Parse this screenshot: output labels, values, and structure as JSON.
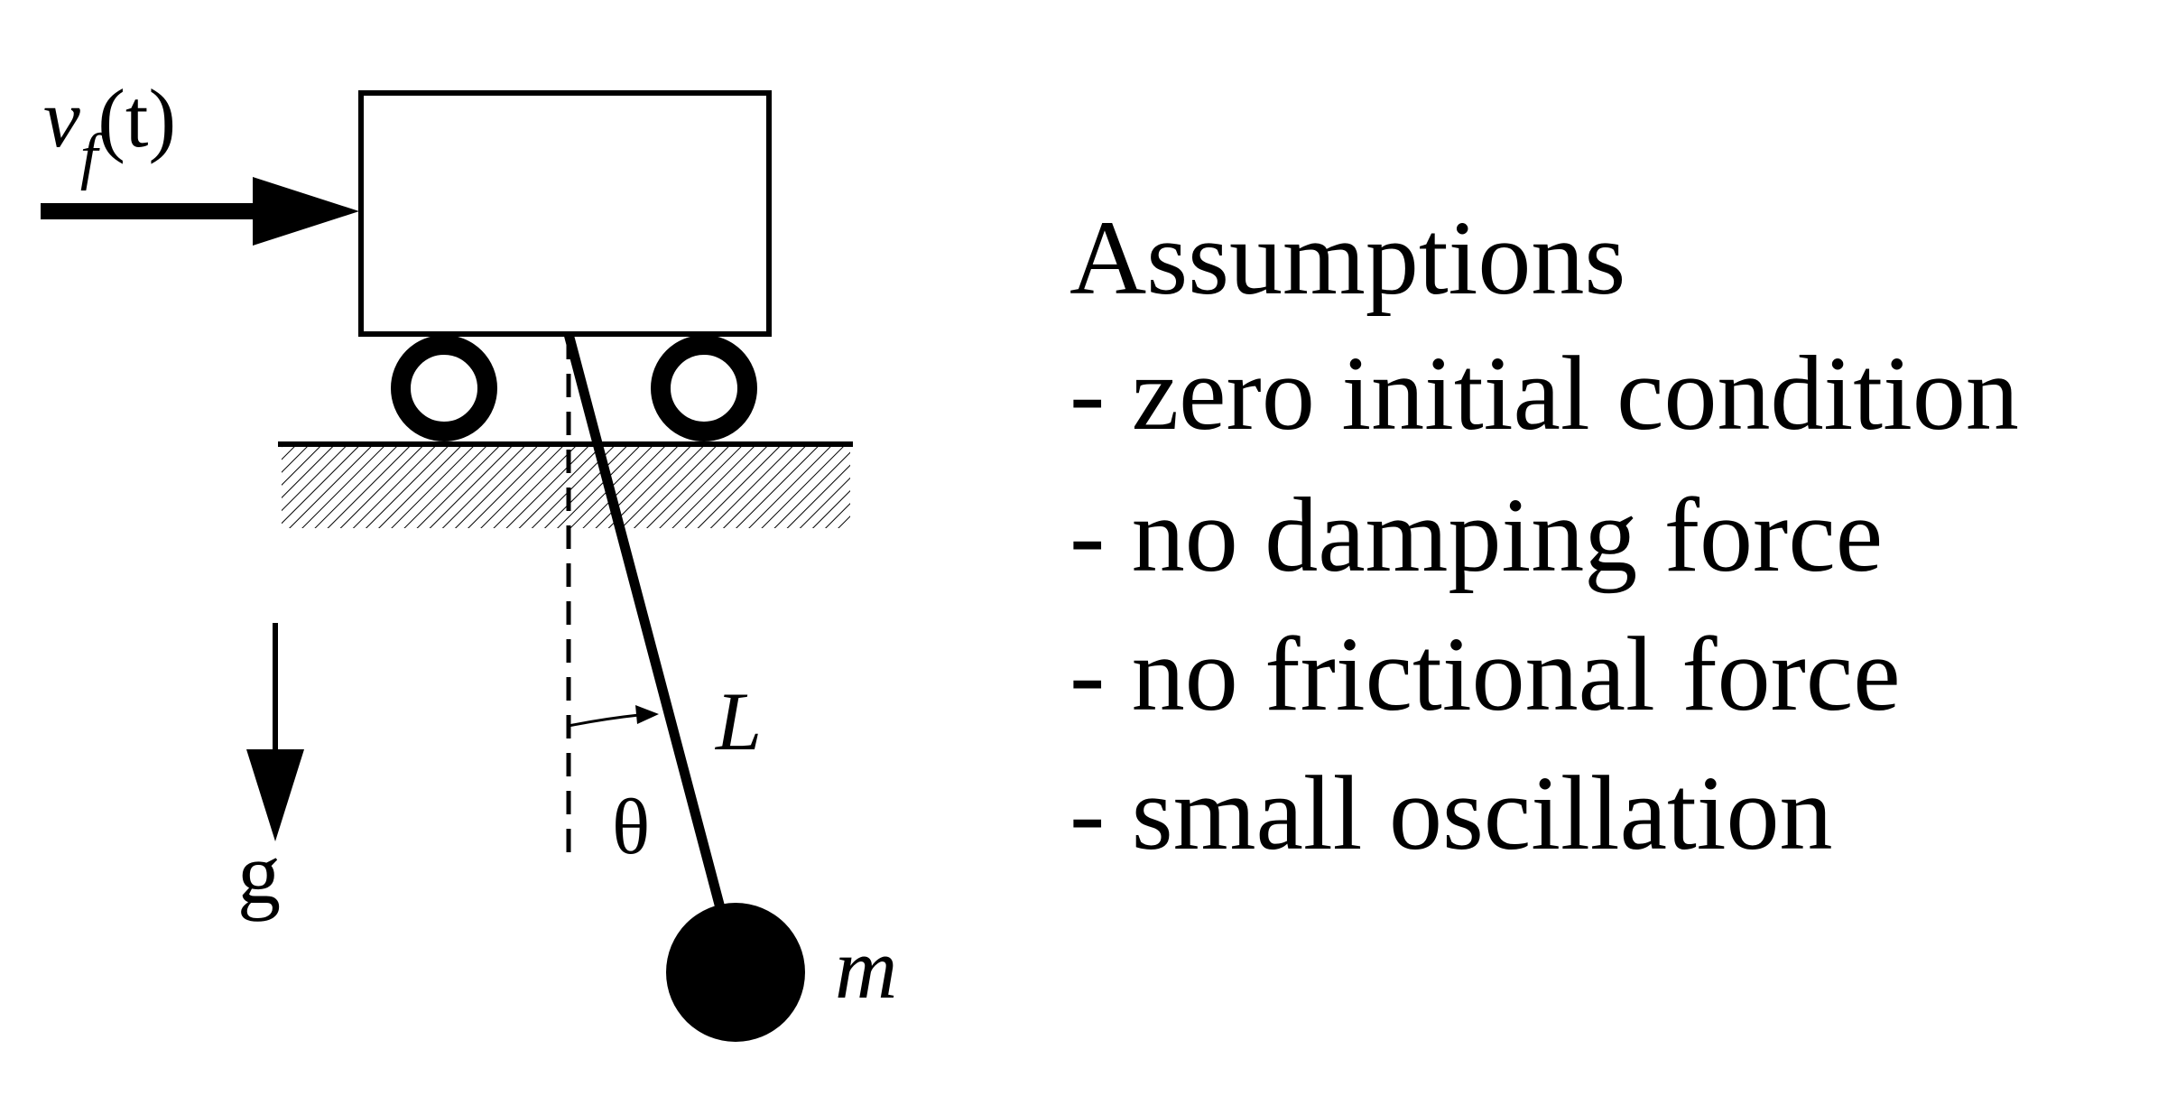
{
  "diagram": {
    "labels": {
      "input_velocity": "v",
      "input_velocity_subscript": "f",
      "input_velocity_arg": "(t)",
      "pendulum_length": "L",
      "pendulum_angle": "θ",
      "pendulum_mass": "m",
      "gravity": "g"
    }
  },
  "assumptions": {
    "title": "Assumptions",
    "items": [
      "- zero initial condition",
      "- no damping force",
      "- no frictional force",
      "- small oscillation"
    ]
  }
}
